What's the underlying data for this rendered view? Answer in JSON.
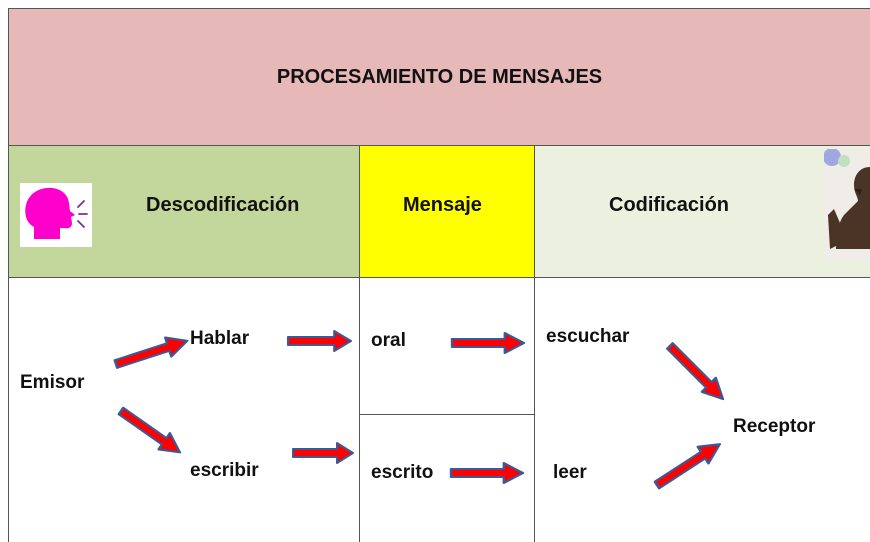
{
  "title": "PROCESAMIENTO DE MENSAJES",
  "headers": {
    "decodificacion": "Descodificación",
    "mensaje": "Mensaje",
    "codificacion": "Codificación"
  },
  "nodes": {
    "emisor": "Emisor",
    "hablar": "Hablar",
    "escribir": "escribir",
    "oral": "oral",
    "escrito": "escrito",
    "escuchar": "escuchar",
    "leer": "leer",
    "receptor": "Receptor"
  },
  "colors": {
    "title_bg": "#e6b9b8",
    "decodificacion_bg": "#c3d69b",
    "mensaje_bg": "#ffff00",
    "codificacion_bg": "#ebf1de",
    "arrow_fill": "#ff0000",
    "arrow_outline": "#3a5b9a"
  },
  "icons": [
    "speaking-head-icon",
    "listening-person-icon"
  ]
}
